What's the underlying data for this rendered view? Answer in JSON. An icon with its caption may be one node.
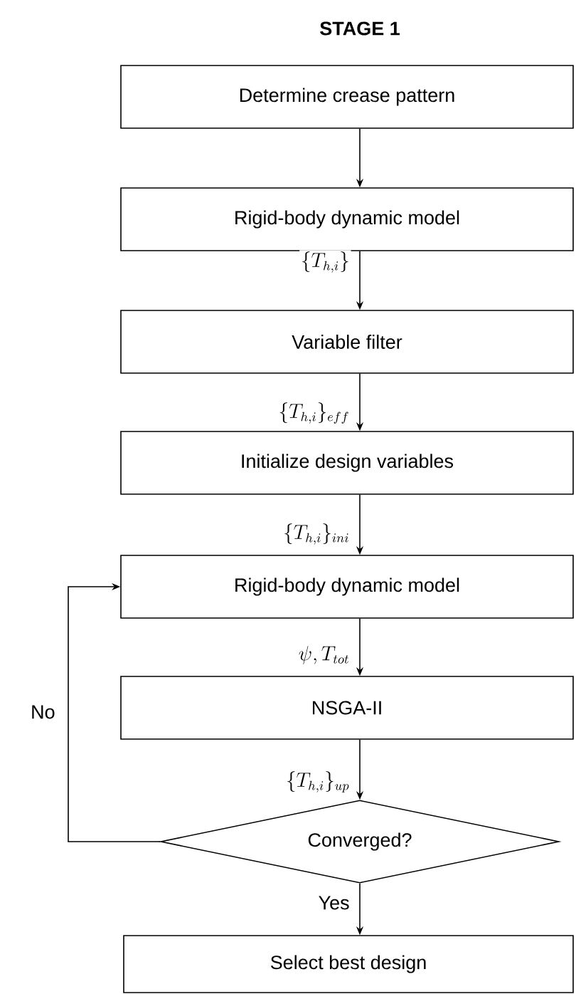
{
  "diagram": {
    "title": "STAGE 1",
    "nodes": [
      {
        "text": [
          "Determine crease pattern"
        ]
      },
      {
        "text": [
          "Rigid-body dynamic model"
        ]
      },
      {
        "text": [
          "Variable filter"
        ]
      },
      {
        "text": [
          "Initialize design variables"
        ]
      },
      {
        "text": [
          "Rigid-body dynamic model"
        ]
      },
      {
        "text": [
          "NSGA-II"
        ]
      },
      {
        "text": [
          "Converged?"
        ]
      },
      {
        "text": [
          "Select best design"
        ]
      }
    ],
    "edges": [
      {
        "from": 0,
        "to": 1,
        "arrow": "to"
      },
      {
        "from": 1,
        "to": 2,
        "arrow": "to",
        "label": "\\{T_{h,i}\\}"
      },
      {
        "from": 2,
        "to": 3,
        "arrow": "to",
        "label": "\\{T_{h,i}\\}_{eff}"
      },
      {
        "from": 3,
        "to": 4,
        "arrow": "to",
        "label": "\\{T_{h,i}\\}_{ini}"
      },
      {
        "from": 4,
        "to": 5,
        "arrow": "to",
        "label": "\\psi, T_{tot}"
      },
      {
        "from": 5,
        "to": 6,
        "arrow": "to",
        "label": "\\{T_{h,i}\\}_{up}"
      },
      {
        "from": 6,
        "to": 7,
        "arrow": "to",
        "label": "Yes"
      },
      {
        "from": 6,
        "to": 4,
        "arrow": "to",
        "label": "No"
      }
    ]
  }
}
